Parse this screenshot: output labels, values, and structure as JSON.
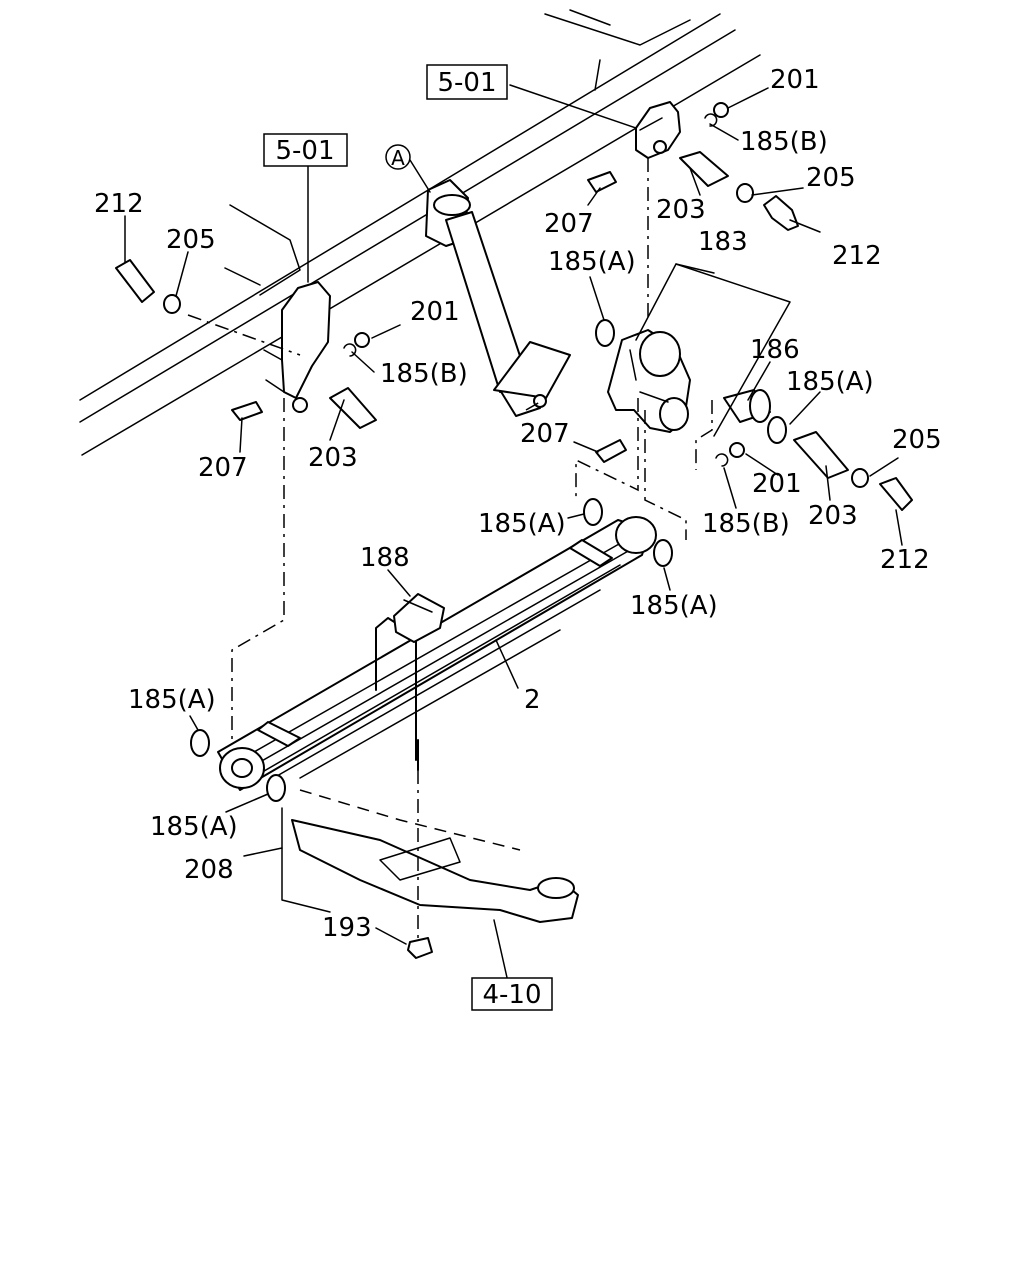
{
  "labels": {
    "p201": "201",
    "p185b": "185(B)",
    "p205": "205",
    "p207": "207",
    "p203": "203",
    "p212": "212",
    "p185a": "185(A)",
    "p183": "183",
    "p186": "186",
    "p188": "188",
    "p2": "2",
    "p208": "208",
    "p193": "193",
    "circle_a": "A"
  },
  "refs": {
    "frame": "5-01",
    "axle": "4-10"
  }
}
